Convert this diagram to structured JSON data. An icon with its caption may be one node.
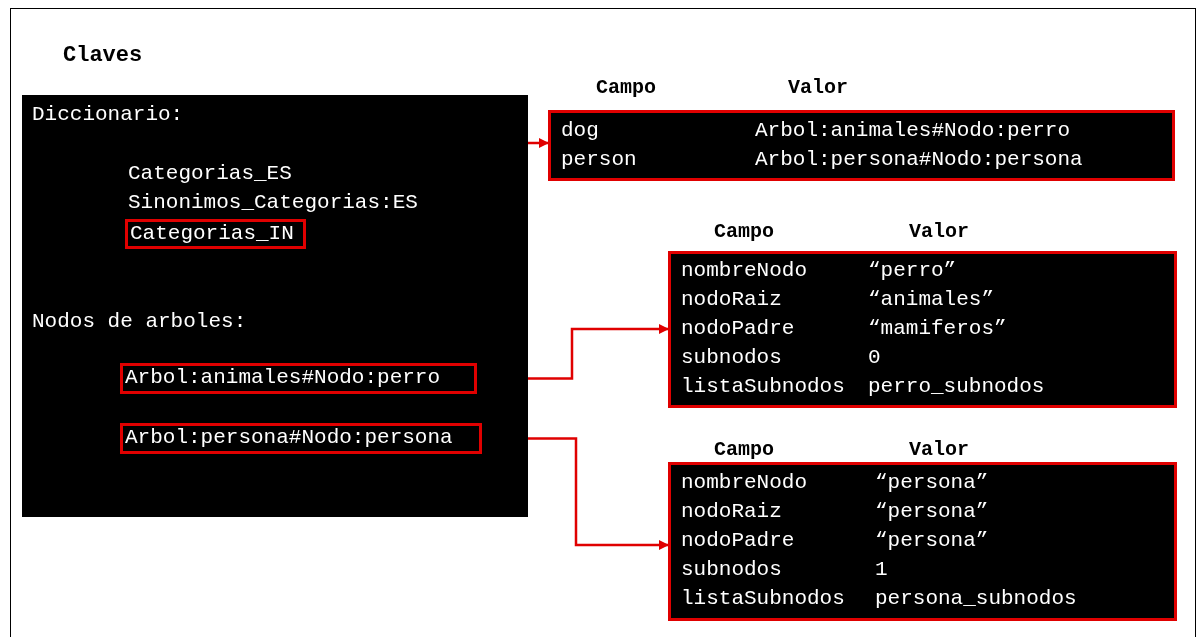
{
  "diagram": {
    "title": "Claves",
    "nodes": [
      {
        "text": [
          "Diccionario:",
          "Categorias_ES",
          "Sinonimos_Categorias:ES",
          "Nodos de arboles:"
        ]
      },
      {
        "text": [
          "Categorias_IN"
        ],
        "in": 0
      },
      {
        "text": [
          "Arbol:animales#Nodo:perro"
        ],
        "in": 0
      },
      {
        "text": [
          "Arbol:persona#Nodo:persona"
        ],
        "in": 0
      },
      {
        "text": [
          "Campo",
          "Valor",
          "dog",
          "Arbol:animales#Nodo:perro",
          "person",
          "Arbol:persona#Nodo:persona"
        ]
      },
      {
        "text": [
          "Campo",
          "Valor",
          "nombreNodo",
          "“perro”",
          "nodoRaiz",
          "“animales”",
          "nodoPadre",
          "“mamiferos”",
          "subnodos",
          "0",
          "listaSubnodos",
          "perro_subnodos"
        ]
      },
      {
        "text": [
          "Campo",
          "Valor",
          "nombreNodo",
          "“persona”",
          "nodoRaiz",
          "“persona”",
          "nodoPadre",
          "“persona”",
          "subnodos",
          "1",
          "listaSubnodos",
          "persona_subnodos"
        ]
      }
    ],
    "edges": [
      {
        "from": 1,
        "to": 4,
        "arrow": "to"
      },
      {
        "from": 2,
        "to": 5,
        "arrow": "to"
      },
      {
        "from": 3,
        "to": 6,
        "arrow": "to"
      }
    ]
  }
}
